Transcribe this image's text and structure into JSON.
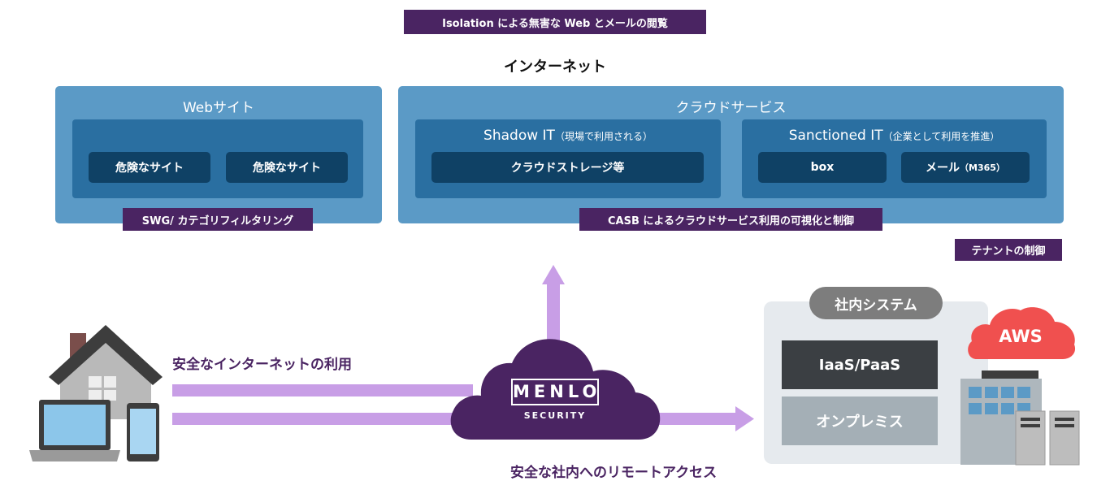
{
  "top_tag": "Isolation による無害な Web とメールの閲覧",
  "internet_label": "インターネット",
  "web": {
    "title": "Webサイト",
    "items": [
      "危険なサイト",
      "危険なサイト"
    ],
    "tag": "SWG/ カテゴリフィルタリング"
  },
  "cloud": {
    "title": "クラウドサービス",
    "shadow": {
      "title": "Shadow IT",
      "note": "（現場で利用される）",
      "item": "クラウドストレージ等"
    },
    "sanctioned": {
      "title": "Sanctioned IT",
      "note": "（企業として利用を推進）",
      "items": [
        {
          "main": "box",
          "sub": ""
        },
        {
          "main": "メール",
          "sub": "（M365）"
        }
      ]
    },
    "tag": "CASB によるクラウドサービス利用の可視化と制御"
  },
  "tenant_tag": "テナントの制御",
  "safe_internet": "安全なインターネットの利用",
  "safe_remote": "安全な社内へのリモートアクセス",
  "logo": {
    "line1": "MENLO",
    "line2": "SECURITY"
  },
  "system": {
    "title": "社内システム",
    "blocks": [
      "IaaS/PaaS",
      "オンプレミス"
    ],
    "aws": "AWS"
  },
  "colors": {
    "purple": "#4a2462",
    "arrow": "#c89ee6",
    "panel": "#5b9ac6",
    "inner": "#2a6fa1",
    "chip": "#0f4165",
    "aws_red": "#f0504f"
  }
}
